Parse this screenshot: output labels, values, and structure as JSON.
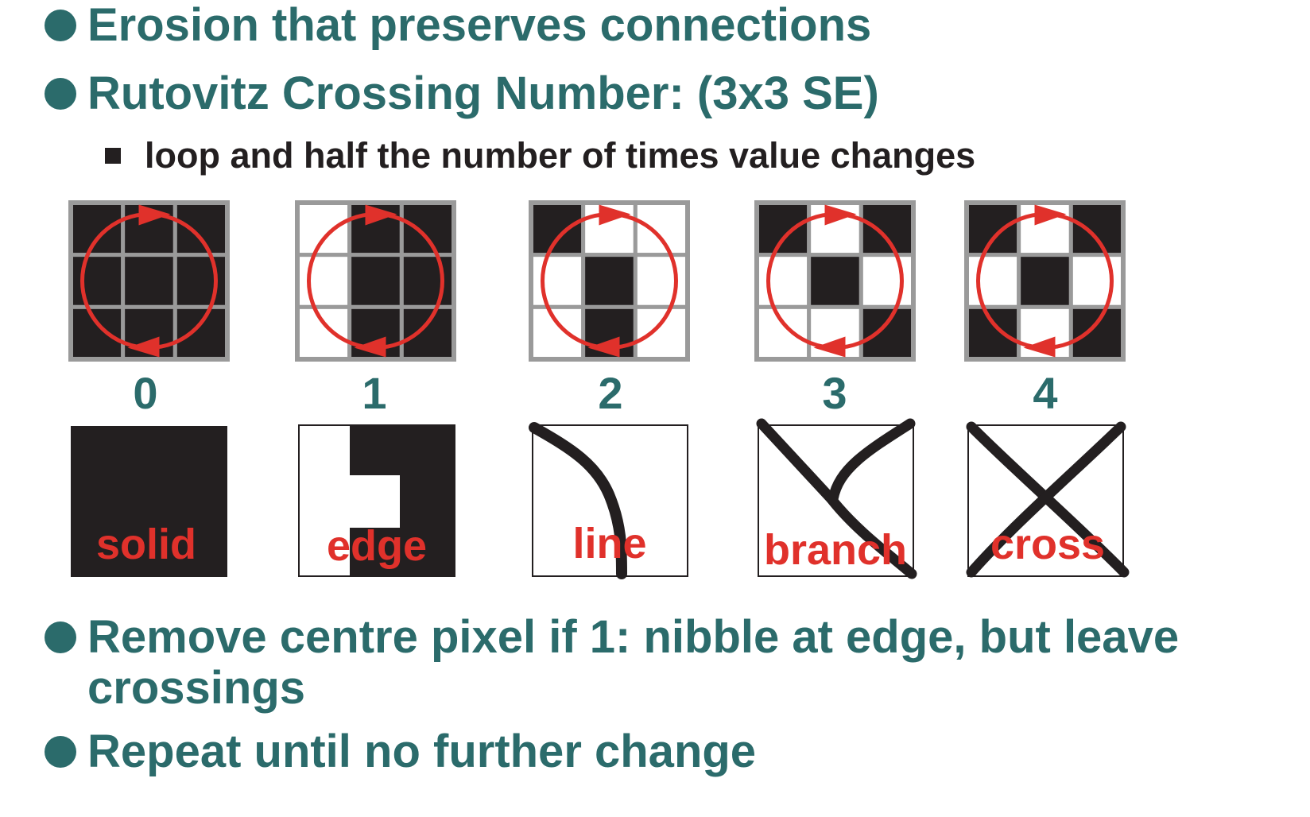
{
  "colors": {
    "teal": "#2b6b6b",
    "red": "#e0312b",
    "black": "#231f20",
    "grid": "#9a9a9a"
  },
  "bullets": [
    {
      "text": "Erosion that preserves connections"
    },
    {
      "text": "Rutovitz Crossing Number: (3x3 SE)"
    },
    {
      "text": "Remove centre pixel if 1: nibble at edge, but leave crossings"
    },
    {
      "text": "Repeat until no further change"
    }
  ],
  "subbullet": {
    "text": "loop and half the number of times value changes"
  },
  "examples": [
    {
      "number": "0",
      "label": "solid",
      "grid": [
        1,
        1,
        1,
        1,
        1,
        1,
        1,
        1,
        1
      ]
    },
    {
      "number": "1",
      "label": "edge",
      "grid": [
        0,
        1,
        1,
        0,
        1,
        1,
        0,
        1,
        1
      ]
    },
    {
      "number": "2",
      "label": "line",
      "grid": [
        1,
        0,
        0,
        0,
        1,
        0,
        0,
        1,
        0
      ]
    },
    {
      "number": "3",
      "label": "branch",
      "grid": [
        1,
        0,
        1,
        0,
        1,
        0,
        0,
        0,
        1
      ]
    },
    {
      "number": "4",
      "label": "cross",
      "grid": [
        1,
        0,
        1,
        0,
        1,
        0,
        1,
        0,
        1
      ]
    }
  ]
}
